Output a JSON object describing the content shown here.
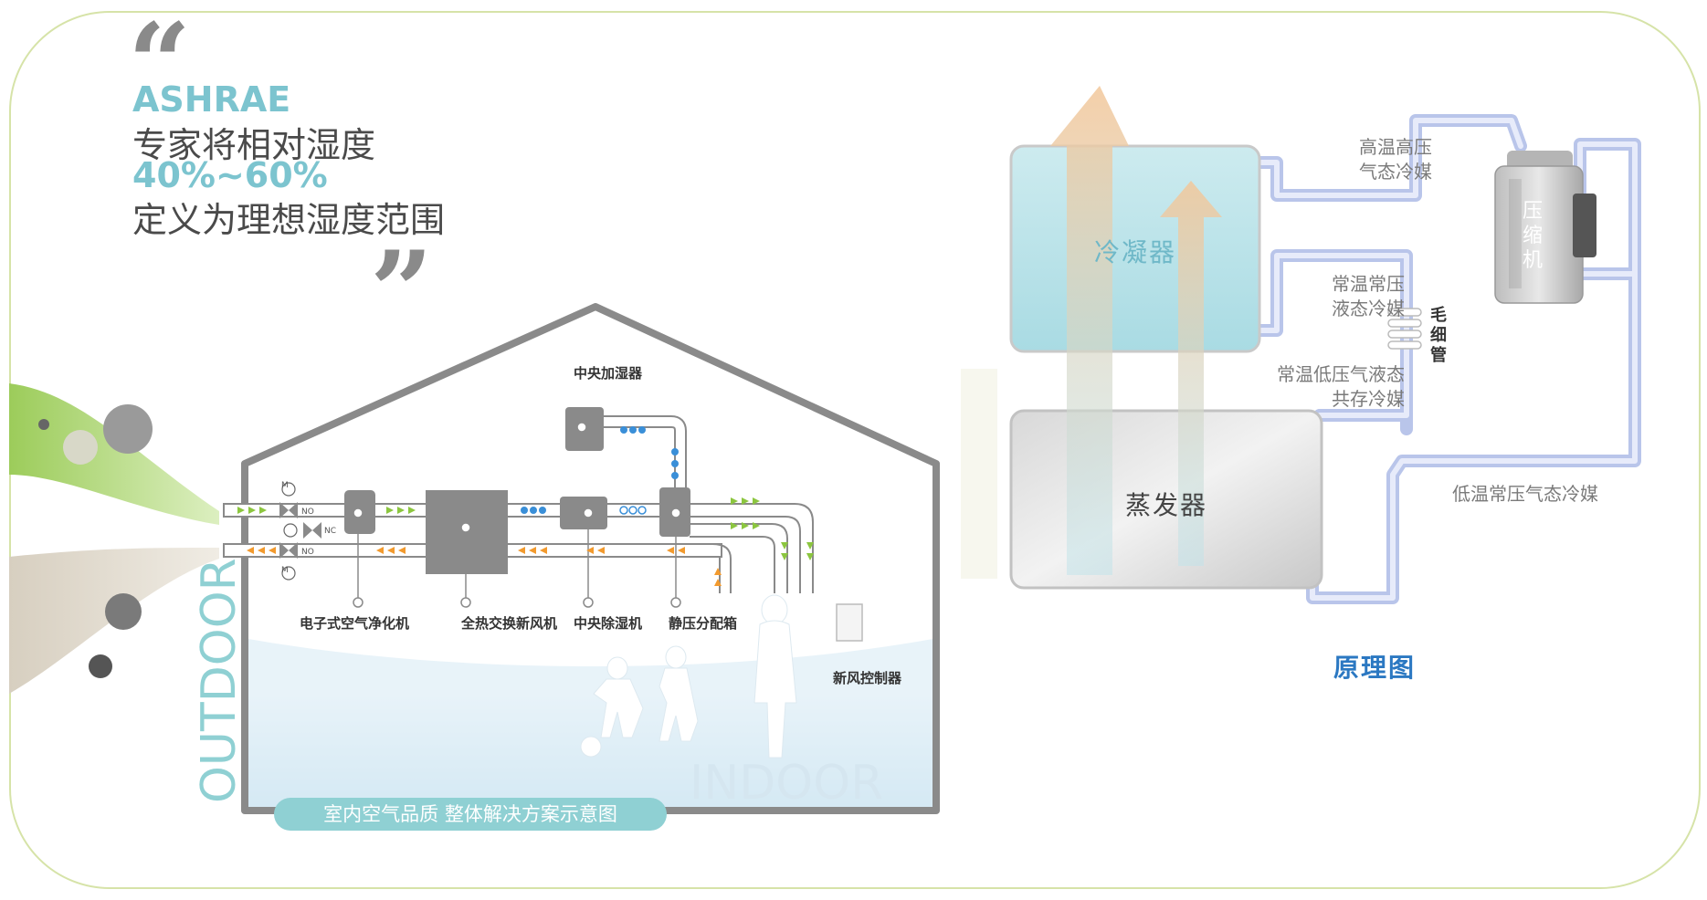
{
  "quote": {
    "open_mark": "“",
    "close_mark": "”",
    "org": "ASHRAE",
    "line1": "专家将相对湿度",
    "range": "40%~60%",
    "line2": "定义为理想湿度范围"
  },
  "house": {
    "outdoor_label": "OUTDOOR",
    "indoor_label": "INDOOR",
    "caption": "室内空气品质 整体解决方案示意图",
    "components": {
      "humidifier": "中央加湿器",
      "purifier": "电子式空气净化机",
      "erv": "全热交换新风机",
      "dehumidifier": "中央除湿机",
      "static_box": "静压分配箱",
      "controller": "新风控制器"
    },
    "valve_labels": {
      "m": "M",
      "no": "NO",
      "nc": "NC"
    }
  },
  "refrigeration": {
    "condenser": "冷凝器",
    "evaporator": "蒸发器",
    "compressor": [
      "压",
      "缩",
      "机"
    ],
    "capillary": [
      "毛",
      "细",
      "管"
    ],
    "hp_gas": [
      "高温高压",
      "气态冷媒"
    ],
    "liquid": [
      "常温常压",
      "液态冷媒"
    ],
    "mixed": [
      "常温低压气液态",
      "共存冷媒"
    ],
    "lp_gas": "低温常压气态冷媒",
    "title": "原理图"
  },
  "colors": {
    "teal": "#7cc4cf",
    "green_arrow": "#8cc63f",
    "orange_arrow": "#f29a2e",
    "blue_arrow": "#3a8fd8",
    "duct_gray": "#8a8a8a",
    "title_blue": "#2b78c2"
  }
}
